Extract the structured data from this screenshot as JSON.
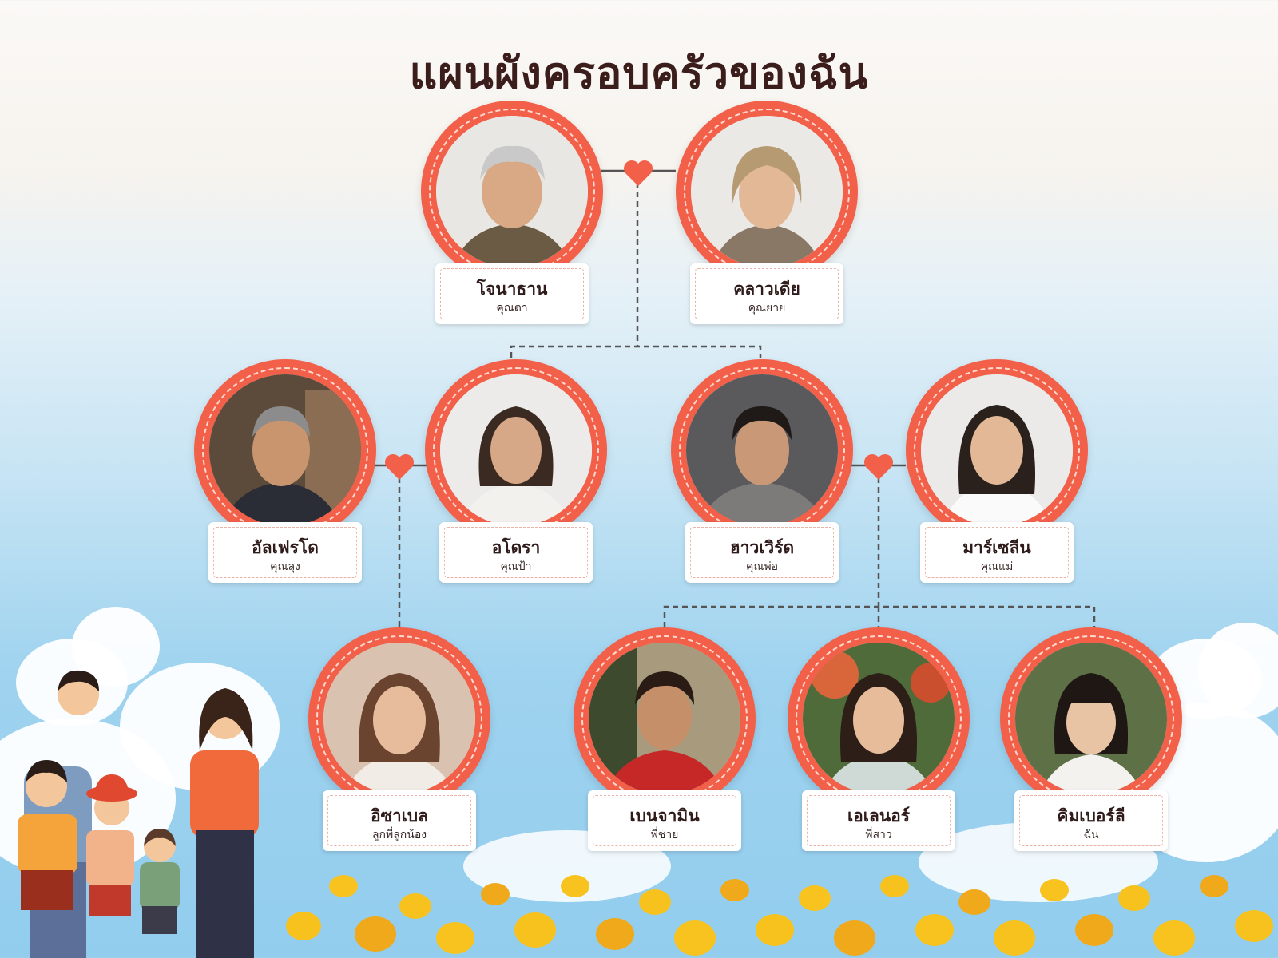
{
  "title": "แผนผังครอบครัวของฉัน",
  "colors": {
    "ring": "#f2604a",
    "title": "#3b1e1c",
    "line": "#555555"
  },
  "members": [
    {
      "id": "p1",
      "name": "โจนาธาน",
      "role": "คุณตา",
      "icon": "grandpa-photo"
    },
    {
      "id": "p2",
      "name": "คลาวเดีย",
      "role": "คุณยาย",
      "icon": "grandma-photo"
    },
    {
      "id": "p3",
      "name": "อัลเฟรโด",
      "role": "คุณลุง",
      "icon": "uncle-photo"
    },
    {
      "id": "p4",
      "name": "อโดรา",
      "role": "คุณป้า",
      "icon": "aunt-photo"
    },
    {
      "id": "p5",
      "name": "ฮาวเวิร์ด",
      "role": "คุณพ่อ",
      "icon": "father-photo"
    },
    {
      "id": "p6",
      "name": "มาร์เซลีน",
      "role": "คุณแม่",
      "icon": "mother-photo"
    },
    {
      "id": "p7",
      "name": "อิซาเบล",
      "role": "ลูกพี่ลูกน้อง",
      "icon": "cousin-photo"
    },
    {
      "id": "p8",
      "name": "เบนจามิน",
      "role": "พี่ชาย",
      "icon": "brother-photo"
    },
    {
      "id": "p9",
      "name": "เอเลนอร์",
      "role": "พี่สาว",
      "icon": "sister-photo"
    },
    {
      "id": "p10",
      "name": "คิมเบอร์ลี",
      "role": "ฉัน",
      "icon": "me-photo"
    }
  ]
}
